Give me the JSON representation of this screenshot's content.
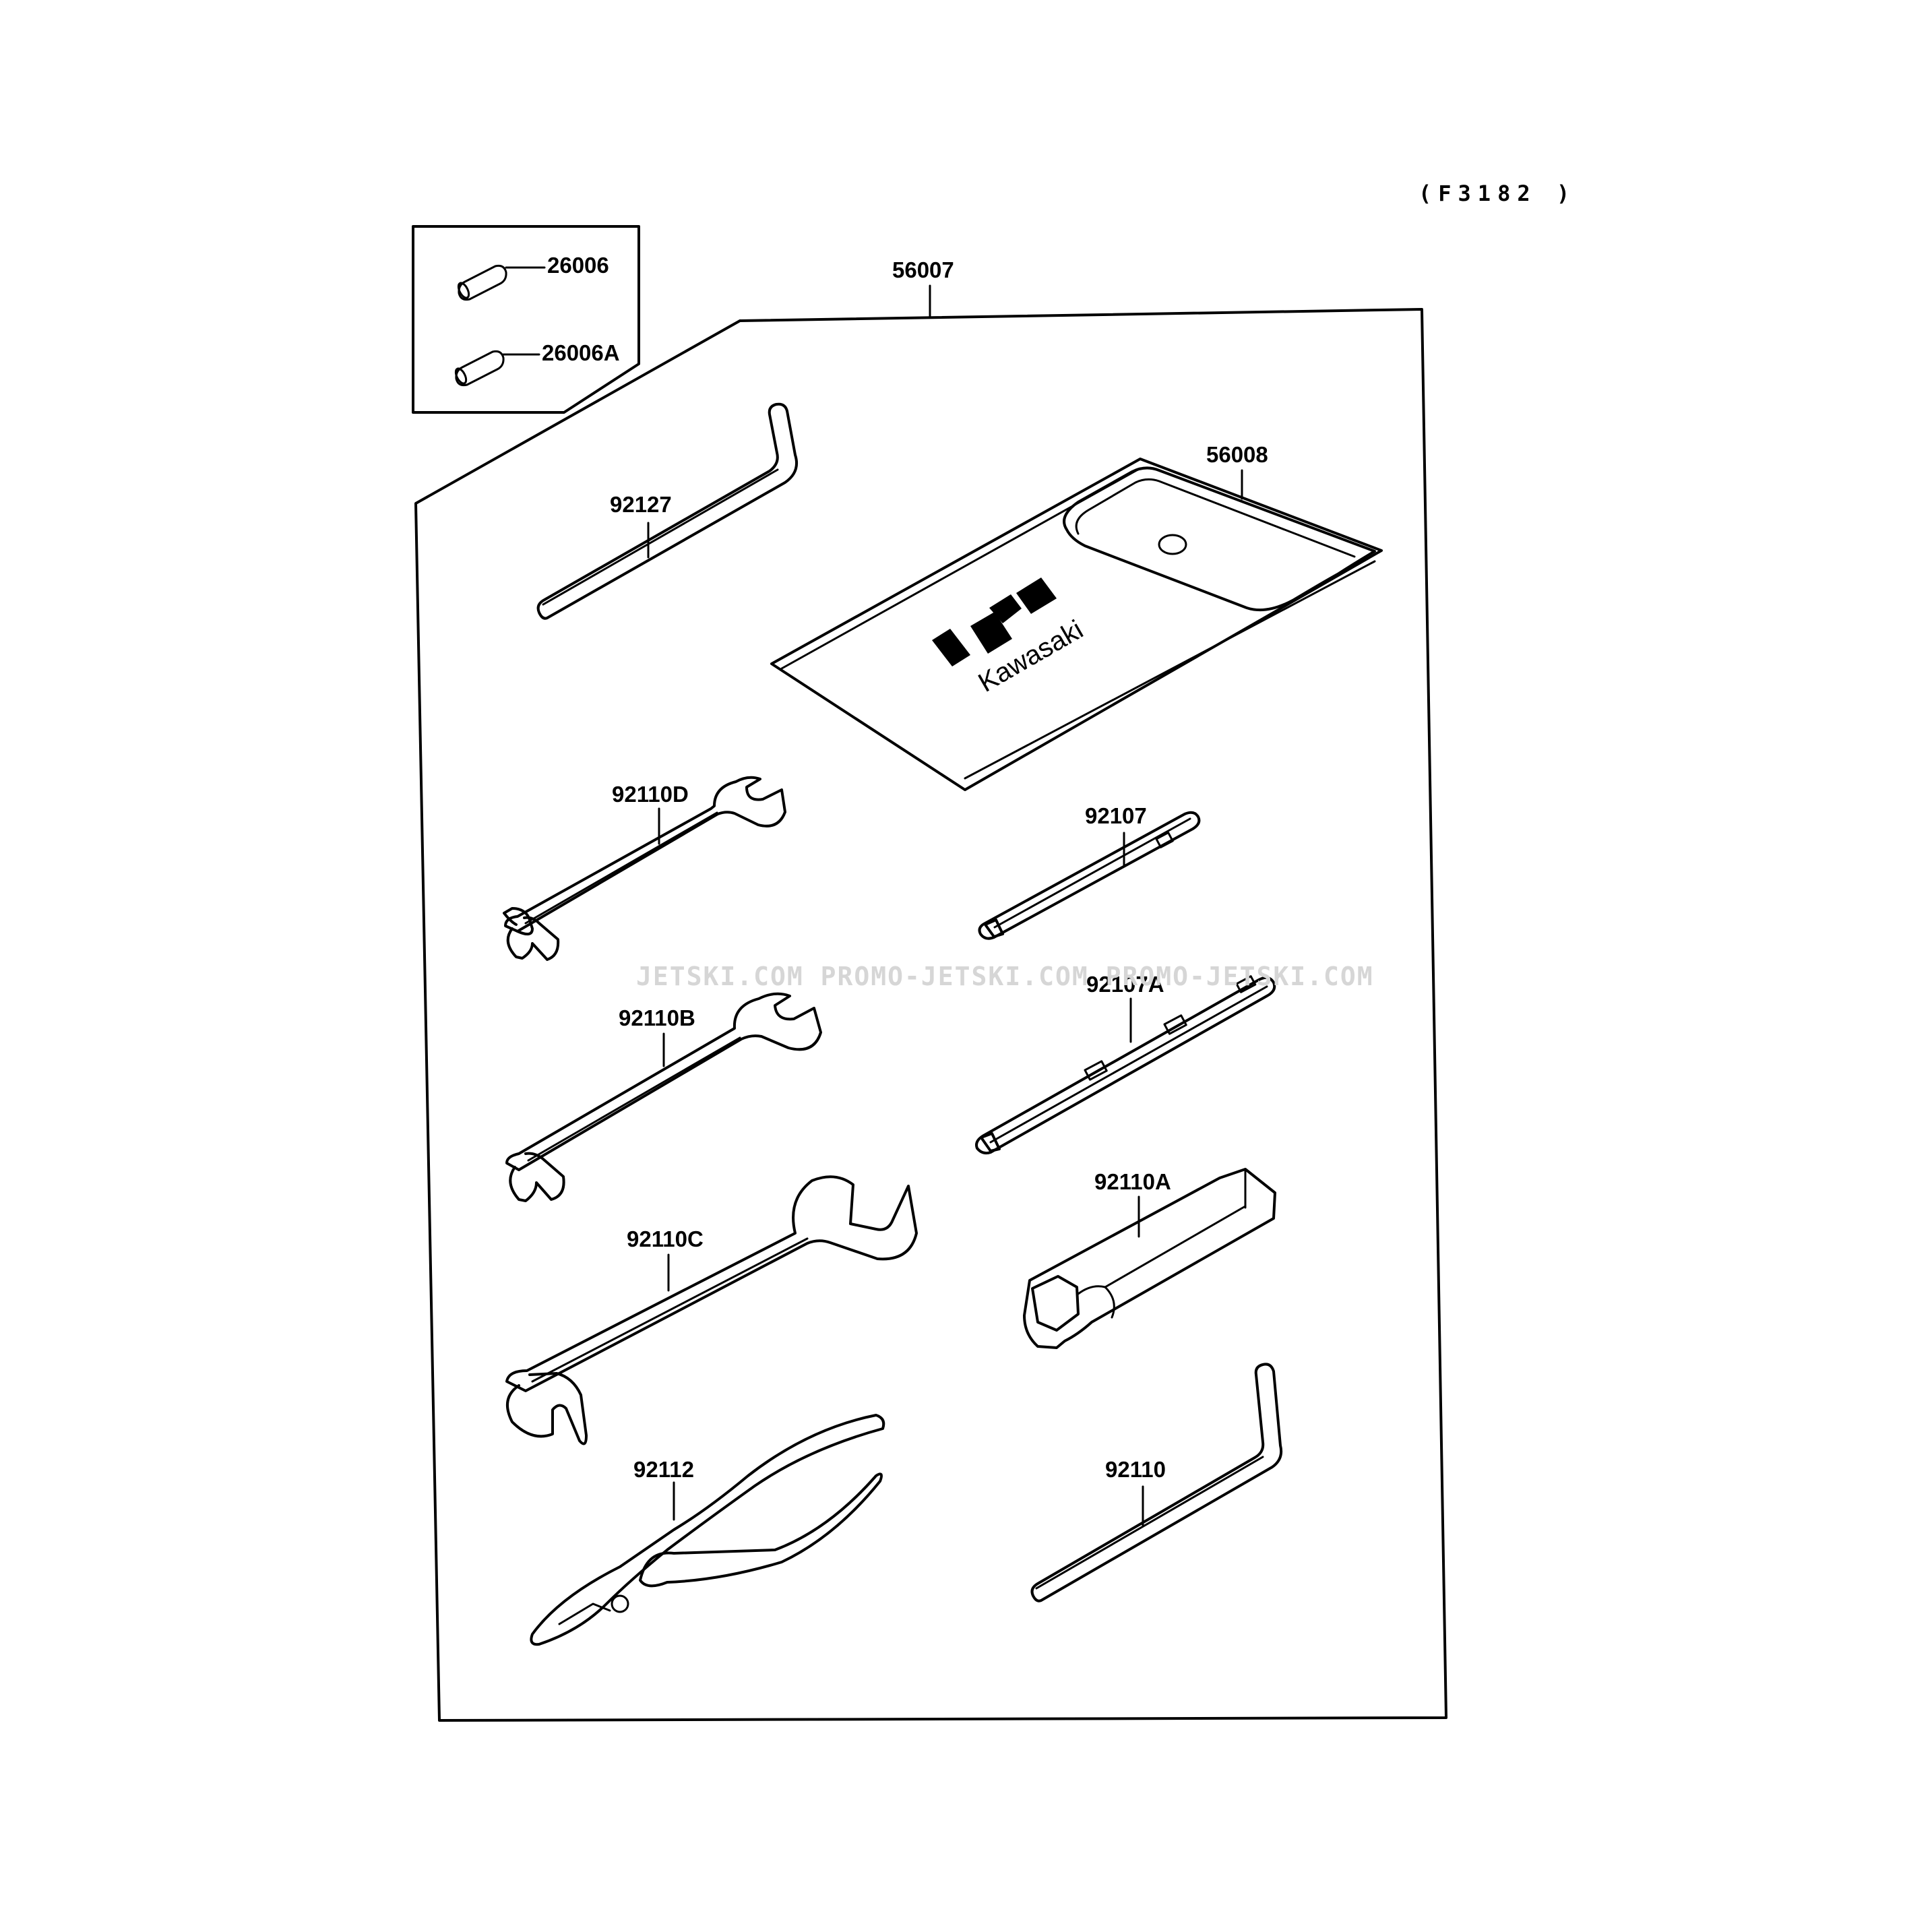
{
  "diagram_code": "(F3182 )",
  "watermark": "JETSKI.COM  PROMO-JETSKI.COM  PROMO-JETSKI.COM",
  "logo_brand": "Kawasaki",
  "parts": {
    "p26006": "26006",
    "p26006A": "26006A",
    "p56007": "56007",
    "p56008": "56008",
    "p92127": "92127",
    "p92110D": "92110D",
    "p92107": "92107",
    "p92107A": "92107A",
    "p92110B": "92110B",
    "p92110A": "92110A",
    "p92110C": "92110C",
    "p92112": "92112",
    "p92110": "92110"
  }
}
